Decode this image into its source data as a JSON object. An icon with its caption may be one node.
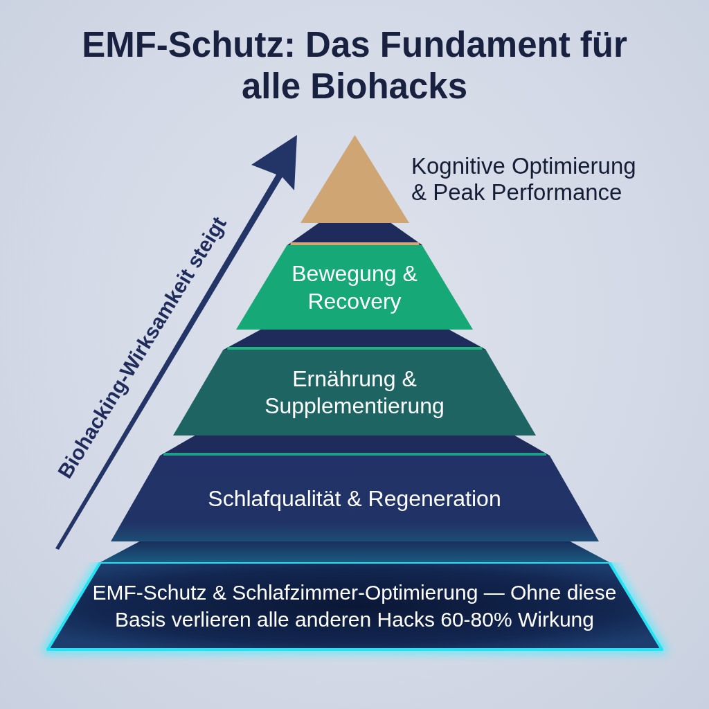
{
  "diagram": {
    "title": "EMF-Schutz: Das Fundament für alle Biohacks",
    "nodes": [
      {
        "text": [],
        "shape": "triangle",
        "beside": [
          "Kognitive Optimierung & Peak Performance"
        ]
      },
      {
        "text": [],
        "shape": "band"
      },
      {
        "text": [
          "Bewegung & Recovery"
        ]
      },
      {
        "text": [],
        "shape": "band"
      },
      {
        "text": [
          "Ernährung & Supplementierung"
        ]
      },
      {
        "text": [],
        "shape": "band"
      },
      {
        "text": [
          "Schlafqualität & Regeneration"
        ]
      },
      {
        "text": [],
        "shape": "band"
      },
      {
        "text": [
          "EMF-Schutz & Schlafzimmer-Optimierung — Ohne diese Basis verlieren alle anderen Hacks 60-80% Wirkung"
        ]
      }
    ],
    "labels": [
      "Biohacking-Wirksamkeit steigt"
    ]
  }
}
